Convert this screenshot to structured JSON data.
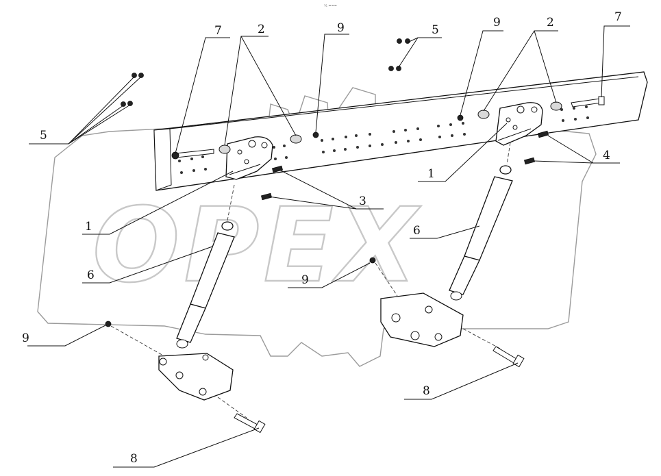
{
  "header": {
    "caption": "¹⁄₁ ==="
  },
  "watermark": {
    "text": "OPEX",
    "color": "#c8c8c8"
  },
  "callouts": [
    {
      "id": "c7a",
      "label": "7"
    },
    {
      "id": "c2a",
      "label": "2"
    },
    {
      "id": "c9a",
      "label": "9"
    },
    {
      "id": "c5b",
      "label": "5"
    },
    {
      "id": "c9b",
      "label": "9"
    },
    {
      "id": "c2b",
      "label": "2"
    },
    {
      "id": "c7b",
      "label": "7"
    },
    {
      "id": "c5a",
      "label": "5"
    },
    {
      "id": "c4",
      "label": "4"
    },
    {
      "id": "c1b",
      "label": "1"
    },
    {
      "id": "c3",
      "label": "3"
    },
    {
      "id": "c1a",
      "label": "1"
    },
    {
      "id": "c6b",
      "label": "6"
    },
    {
      "id": "c6a",
      "label": "6"
    },
    {
      "id": "c9c",
      "label": "9"
    },
    {
      "id": "c9d",
      "label": "9"
    },
    {
      "id": "c8b",
      "label": "8"
    },
    {
      "id": "c8a",
      "label": "8"
    }
  ]
}
